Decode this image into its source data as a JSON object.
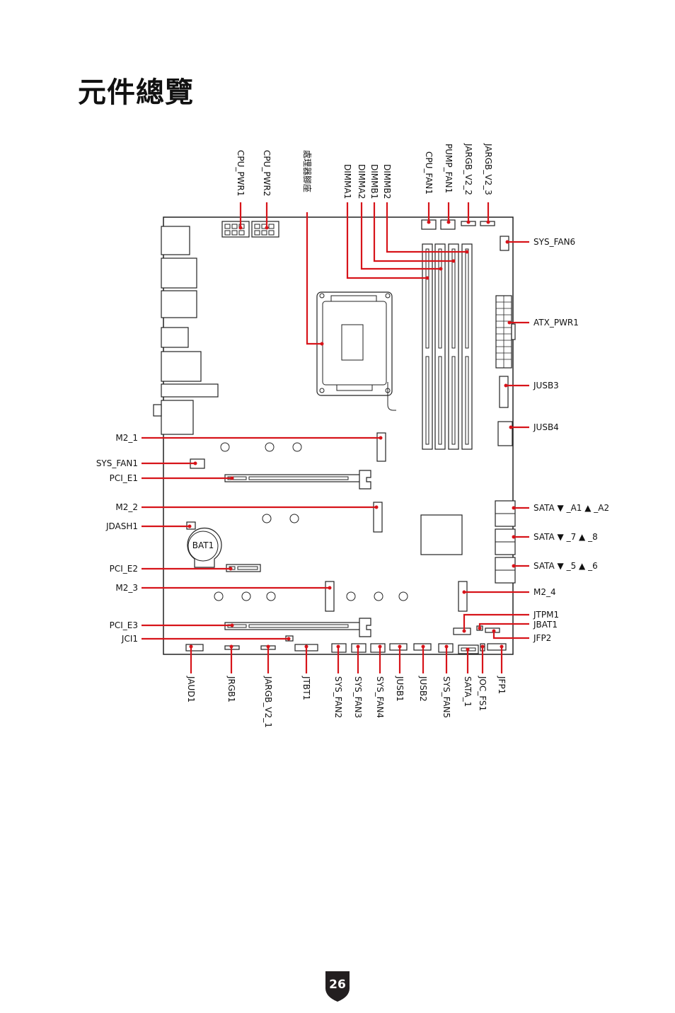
{
  "title": "元件總覽",
  "page_number": "26",
  "colors": {
    "leader": "#d7141a",
    "outline": "#222222",
    "badge": "#231f20"
  },
  "battery_label": "BAT1",
  "labels": {
    "top": [
      "CPU_PWR1",
      "CPU_PWR2",
      "處理器腳座",
      "DIMMA1",
      "DIMMA2",
      "DIMMB1",
      "DIMMB2",
      "CPU_FAN1",
      "PUMP_FAN1",
      "JARGB_V2_2",
      "JARGB_V2_3"
    ],
    "right": [
      "SYS_FAN6",
      "ATX_PWR1",
      "JUSB3",
      "JUSB4",
      "SATA ▼ _A1 ▲ _A2",
      "SATA ▼ _7 ▲ _8",
      "SATA ▼ _5 ▲ _6",
      "M2_4",
      "JTPM1",
      "JBAT1",
      "JFP2"
    ],
    "left": [
      "M2_1",
      "SYS_FAN1",
      "PCI_E1",
      "M2_2",
      "JDASH1",
      "PCI_E2",
      "M2_3",
      "PCI_E3",
      "JCI1"
    ],
    "bottom": [
      "JAUD1",
      "JRGB1",
      "JARGB_V2_1",
      "JTBT1",
      "SYS_FAN2",
      "SYS_FAN3",
      "SYS_FAN4",
      "JUSB1",
      "JUSB2",
      "SYS_FAN5",
      "SATA_1",
      "JOC_FS1",
      "JFP1"
    ]
  }
}
